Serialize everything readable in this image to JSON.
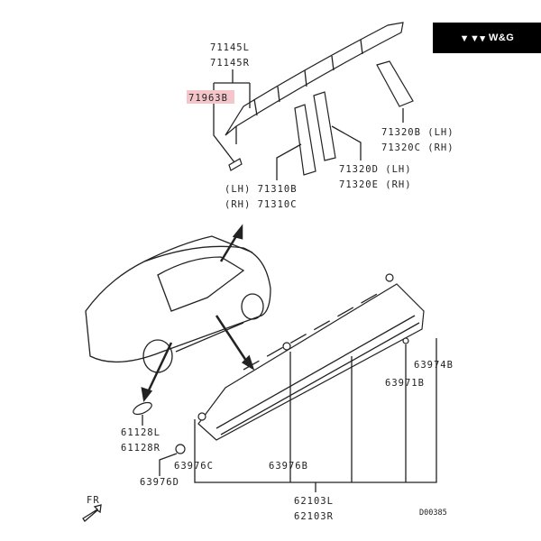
{
  "logo": {
    "icon": "triangles-logo-icon",
    "text": "W&G"
  },
  "labels": {
    "p71145L": "71145L",
    "p71145R": "71145R",
    "p71963B": "71963B",
    "p71320B": "71320B (LH)",
    "p71320C": "71320C (RH)",
    "p71320D": "71320D (LH)",
    "p71320E": "71320E (RH)",
    "p71310B": "(LH) 71310B",
    "p71310C": "(RH) 71310C",
    "p63974B": "63974B",
    "p63971B": "63971B",
    "p61128L": "61128L",
    "p61128R": "61128R",
    "p63976C": "63976C",
    "p63976B": "63976B",
    "p63976D": "63976D",
    "p62103L": "62103L",
    "p62103R": "62103R",
    "fr": "FR",
    "diagram_id": "D00385"
  },
  "colors": {
    "highlight": "#f4c6c9"
  }
}
